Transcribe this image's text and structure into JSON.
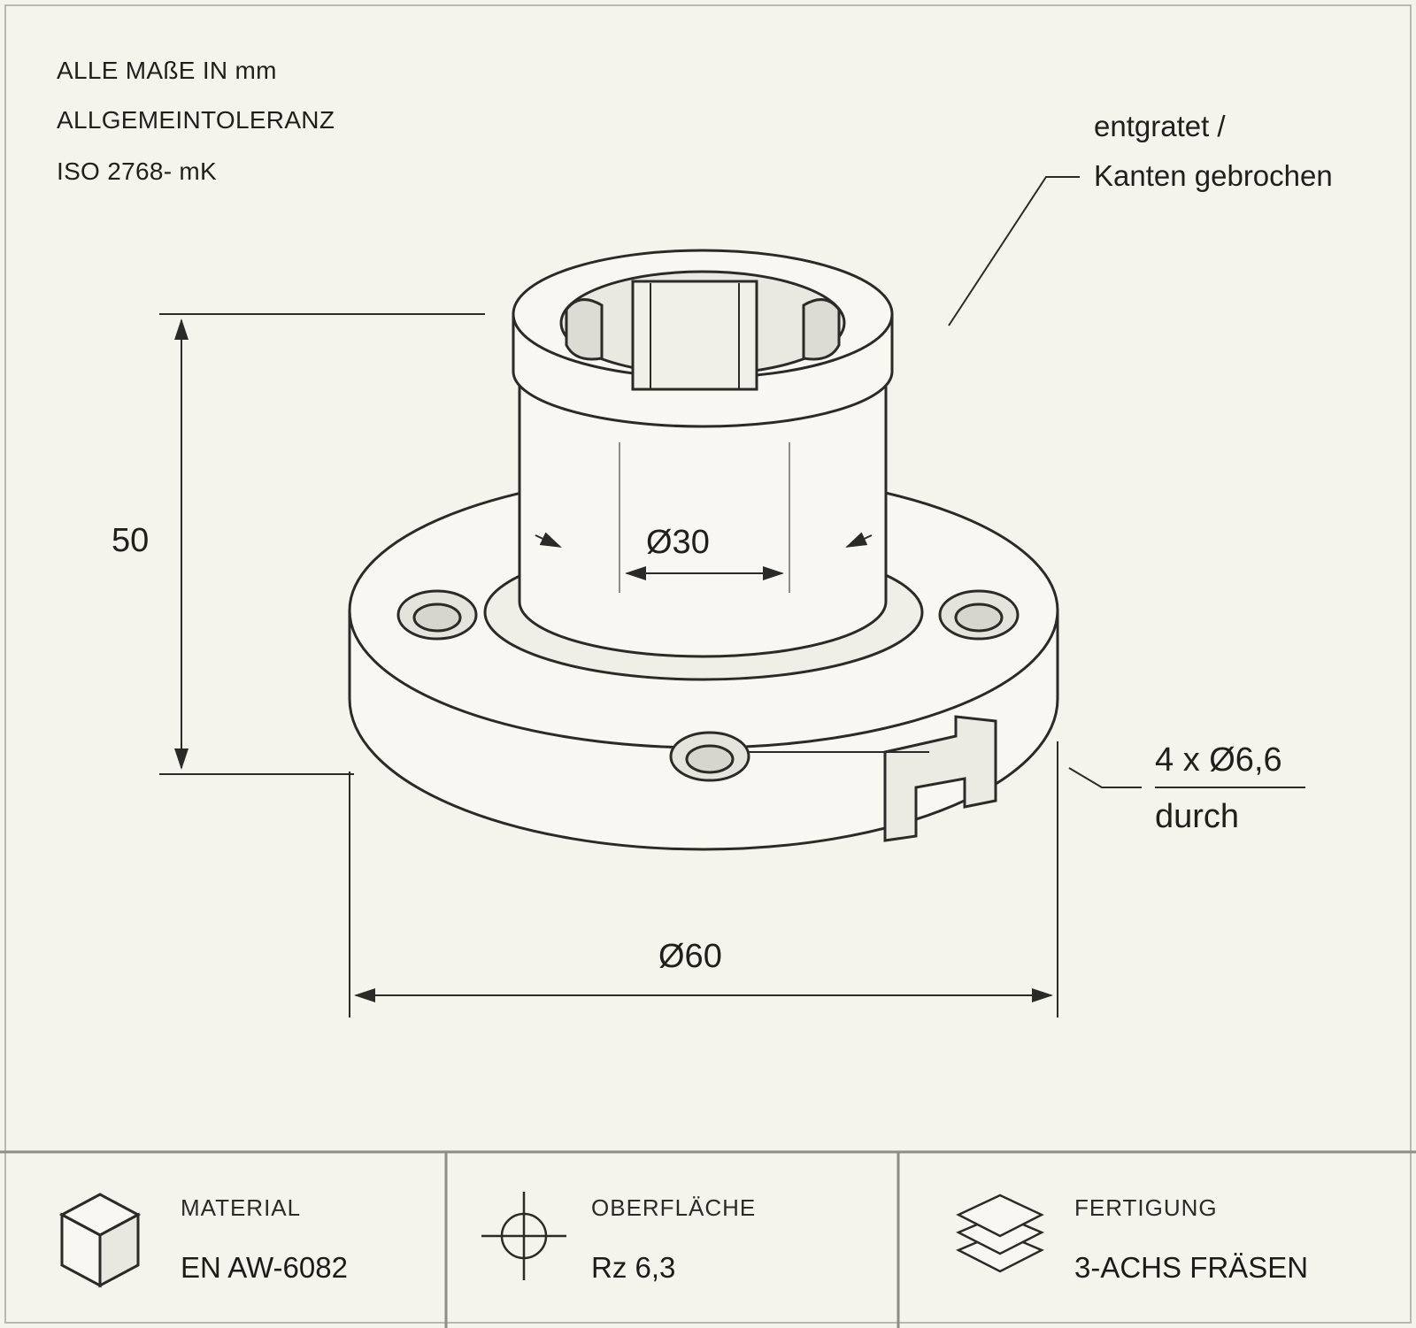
{
  "notes": {
    "line1": "ALLE MAßE IN mm",
    "line2": "ALLGEMEINTOLERANZ",
    "line3": "ISO 2768- mK"
  },
  "callouts": {
    "deburr_line1": "entgratet /",
    "deburr_line2": "Kanten gebrochen",
    "holes_line1": "4 x Ø6,6",
    "holes_line2": "durch"
  },
  "dimensions": {
    "height": "50",
    "inner_diameter": "Ø30",
    "outer_diameter": "Ø60"
  },
  "footer": {
    "material": {
      "label": "MATERIAL",
      "value": "EN AW-6082",
      "icon": "cube-icon"
    },
    "surface": {
      "label": "OBERFLÄCHE",
      "value": "Rz 6,3",
      "icon": "crosshair-icon"
    },
    "manufacturing": {
      "label": "FERTIGUNG",
      "value": "3-ACHS FRÄSEN",
      "icon": "layers-icon"
    }
  },
  "colors": {
    "background": "#f4f3ec",
    "line": "#2a2a28",
    "part_fill": "#f8f7f1"
  }
}
